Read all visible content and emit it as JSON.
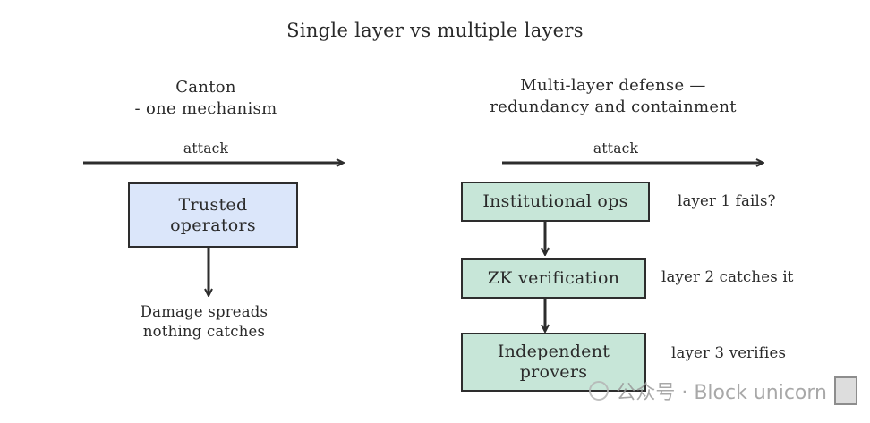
{
  "title": "Single layer vs multiple layers",
  "left": {
    "heading_line1": "Canton",
    "heading_line2": "- one mechanism",
    "attack_label": "attack",
    "box_line1": "Trusted",
    "box_line2": "operators",
    "note_line1": "Damage spreads",
    "note_line2": "nothing catches",
    "box_color": "#dbe6fa"
  },
  "right": {
    "heading_line1": "Multi-layer defense —",
    "heading_line2": "redundancy and containment",
    "attack_label": "attack",
    "box_color": "#c7e6d8",
    "layers": [
      {
        "box_line1": "Institutional ops",
        "box_line2": "",
        "note": "layer 1 fails?"
      },
      {
        "box_line1": "ZK verification",
        "box_line2": "",
        "note": "layer 2 catches it"
      },
      {
        "box_line1": "Independent",
        "box_line2": "provers",
        "note": "layer 3 verifies"
      }
    ]
  },
  "watermark": {
    "text": "公众号 · Block unicorn"
  }
}
